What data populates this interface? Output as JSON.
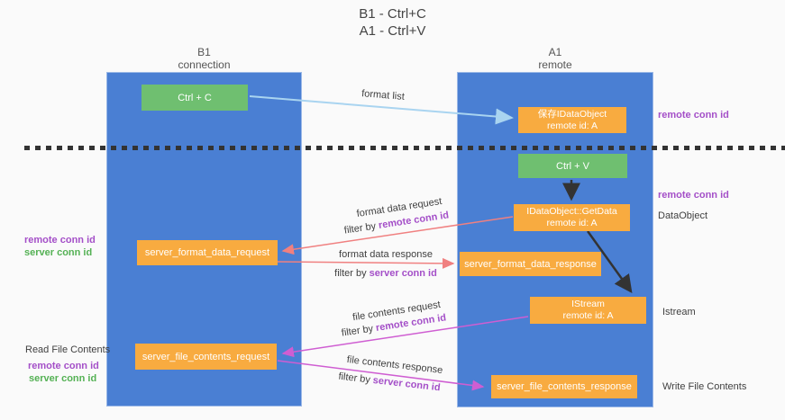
{
  "title": {
    "line1": "B1 - Ctrl+C",
    "line2": "A1 - Ctrl+V"
  },
  "lifelines": {
    "left": {
      "name": "B1",
      "role": "connection"
    },
    "right": {
      "name": "A1",
      "role": "remote"
    }
  },
  "boxes": {
    "ctrl_c": {
      "label": "Ctrl + C"
    },
    "ctrl_v": {
      "label": "Ctrl + V"
    },
    "save_dataobject": {
      "line1": "保存IDataObject",
      "line2": "remote id: A"
    },
    "getdata": {
      "line1": "IDataObject::GetData",
      "line2": "remote id: A"
    },
    "istream": {
      "line1": "IStream",
      "line2": "remote id: A"
    },
    "format_request": {
      "label": "server_format_data_request"
    },
    "format_response": {
      "label": "server_format_data_response"
    },
    "file_request": {
      "label": "server_file_contents_request"
    },
    "file_response": {
      "label": "server_file_contents_response"
    }
  },
  "messages": {
    "format_list": {
      "label": "format list"
    },
    "format_data_request": {
      "label": "format data request",
      "filter_prefix": "filter by",
      "filter_key": "remote conn id"
    },
    "format_data_response": {
      "label": "format data response",
      "filter_prefix": "filter by",
      "filter_key": "server conn id"
    },
    "file_contents_request": {
      "label": "file contents request",
      "filter_prefix": "filter by",
      "filter_key": "remote conn id"
    },
    "file_contents_response": {
      "label": "file contents response",
      "filter_prefix": "filter by",
      "filter_key": "server conn id"
    }
  },
  "side_labels": {
    "right_remote_conn_top": "remote conn id",
    "right_remote_conn_mid": "remote conn id",
    "dataobject": "DataObject",
    "istream": "Istream",
    "write_file": "Write File Contents",
    "left_remote_conn_1": "remote conn id",
    "left_server_conn_1": "server conn id",
    "read_file": "Read File Contents",
    "left_remote_conn_2": "remote conn id",
    "left_server_conn_2": "server conn id"
  },
  "colors": {
    "lifeline_blue": "#4a7fd3",
    "box_green": "#6fbf70",
    "box_orange": "#f8ab40",
    "arrow_light_blue": "#a9d4f0",
    "arrow_salmon": "#f08080",
    "arrow_magenta": "#cf5ed2",
    "arrow_black": "#333333",
    "text_purple": "#a44fc8",
    "text_green": "#54b154",
    "text_dark": "#3f3f3f"
  }
}
